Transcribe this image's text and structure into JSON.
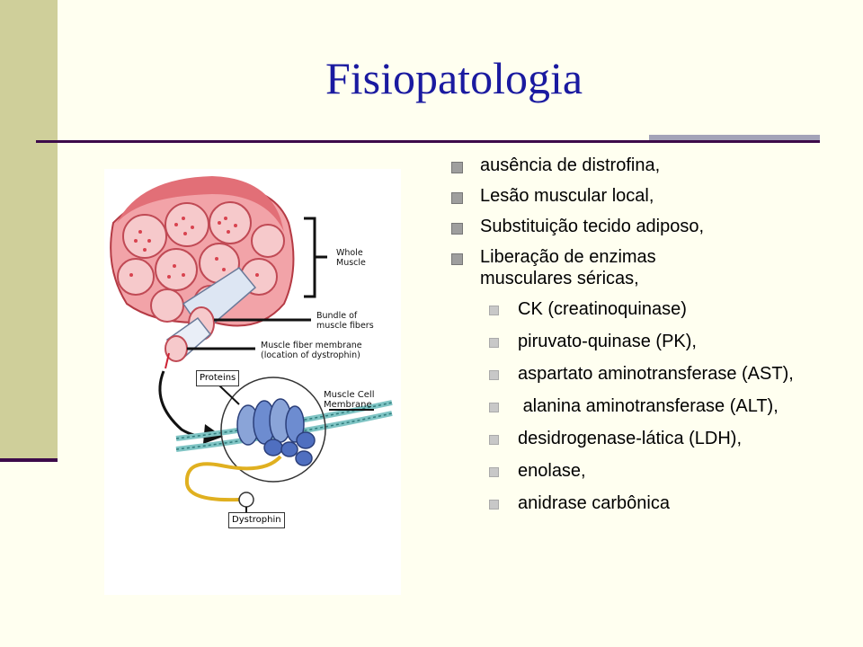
{
  "slide": {
    "title": "Fisiopatologia",
    "bullets_l1": [
      "ausência de distrofina,",
      "Lesão muscular local,",
      "Substituição tecido adiposo,",
      "Liberação de enzimas musculares séricas,"
    ],
    "bullets_l2": [
      "CK (creatinoquinase)",
      "piruvato-quinase (PK),",
      "aspartato aminotransferase (AST),",
      " alanina aminotransferase (ALT),",
      "desidrogenase-lática (LDH),",
      "enolase,",
      "anidrase carbônica"
    ]
  },
  "figure": {
    "labels": {
      "whole_muscle_1": "Whole",
      "whole_muscle_2": "Muscle",
      "bundle_1": "Bundle of",
      "bundle_2": "muscle fibers",
      "membrane_1": "Muscle fiber membrane",
      "membrane_2": "(location of dystrophin)",
      "proteins": "Proteins",
      "cell_membrane_1": "Muscle Cell",
      "cell_membrane_2": "Membrane",
      "dystrophin": "Dystrophin"
    }
  },
  "colors": {
    "title": "#1a1aa0",
    "sidebar": "#cfcf9a",
    "rule": "#3d0b4a",
    "accent_rule": "#a3a3b8",
    "background": "#fffff0"
  }
}
